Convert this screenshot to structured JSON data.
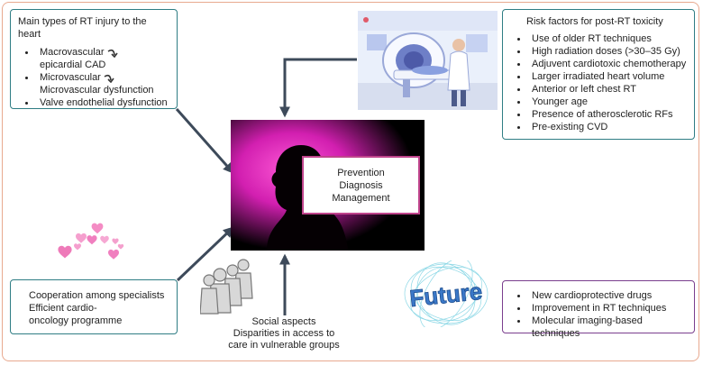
{
  "injury_box": {
    "title": "Main types of RT injury to the heart",
    "items": [
      "Macrovascular epicardial CAD",
      "Microvascular Microvascular dysfunction",
      "Valve endothelial dysfunction"
    ],
    "line_parts": [
      "Macrovascular",
      "epicardial CAD",
      "Microvascular",
      "Microvascular dysfunction"
    ]
  },
  "risk_box": {
    "title": "Risk factors for post-RT toxicity",
    "items": [
      "Use of older RT techniques",
      "High radiation doses (>30–35 Gy)",
      "Adjuvent cardiotoxic chemotherapy",
      "Larger irradiated heart volume",
      "Anterior or left chest RT",
      "Younger age",
      "Presence of atherosclerotic RFs",
      "Pre-existing CVD"
    ]
  },
  "center_box": {
    "lines": [
      "Prevention",
      "Diagnosis",
      "Management"
    ]
  },
  "cooperation_box": {
    "lines": [
      "Cooperation among specialists",
      "Efficient cardio-",
      "oncology programme"
    ]
  },
  "future_box": {
    "items": [
      "New cardioprotective drugs",
      "Improvement in RT techniques",
      "Molecular imaging-based techniques"
    ]
  },
  "social": {
    "lines": [
      "Social aspects",
      "Disparities in access to",
      "care in vulnerable groups"
    ]
  },
  "future_word": "Future",
  "colors": {
    "frame": "#e8a98f",
    "teal_border": "#2f7d84",
    "purple_border": "#7a3e8e",
    "magenta": "#c0448c",
    "arrow": "#3d4a5a"
  }
}
